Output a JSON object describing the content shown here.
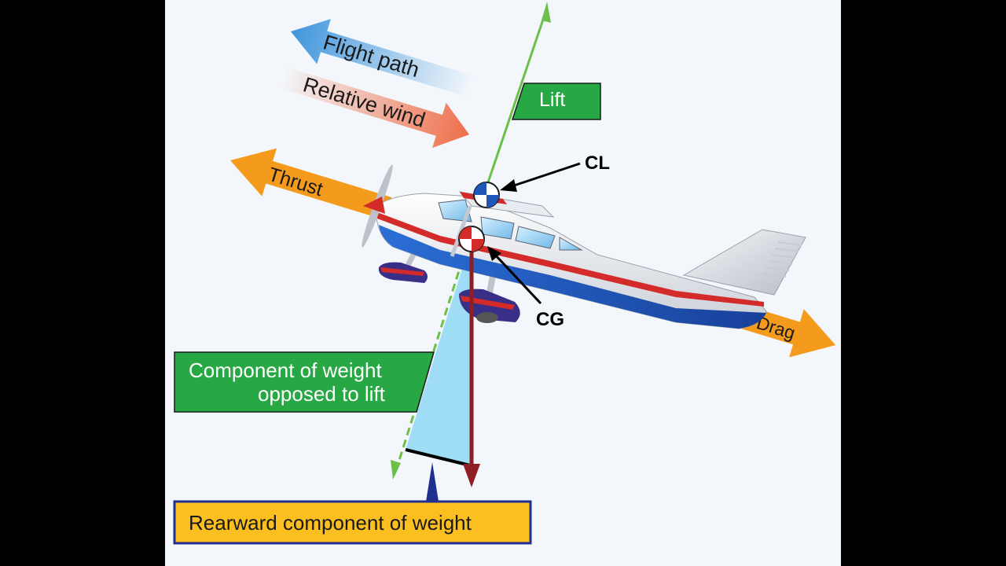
{
  "labels": {
    "flight_path": "Flight path",
    "relative_wind": "Relative wind",
    "lift": "Lift",
    "thrust": "Thrust",
    "drag": "Drag",
    "cl": "CL",
    "cg": "CG",
    "weight_opposed_line1": "Component of weight",
    "weight_opposed_line2": "opposed to lift",
    "rearward": "Rearward component of weight"
  },
  "colors": {
    "letterbox": "#000000",
    "background": "#f3f7fb",
    "flight_path_arrow": "#4a9fe0",
    "relative_wind_arrow": "#ee7a55",
    "thrust_arrow": "#f49a1c",
    "drag_arrow": "#f49a1c",
    "lift_vector": "#6cc04a",
    "lift_label_fill": "#27a844",
    "weight_vector": "#8e1e21",
    "weight_triangle": "#9fdcf5",
    "weight_label_fill": "#27a844",
    "rearward_label_fill": "#fbbf1f",
    "rearward_label_border": "#1f2f8f",
    "fuselage_stripe_blue": "#1f56b8",
    "fuselage_stripe_red": "#d32a2a"
  }
}
